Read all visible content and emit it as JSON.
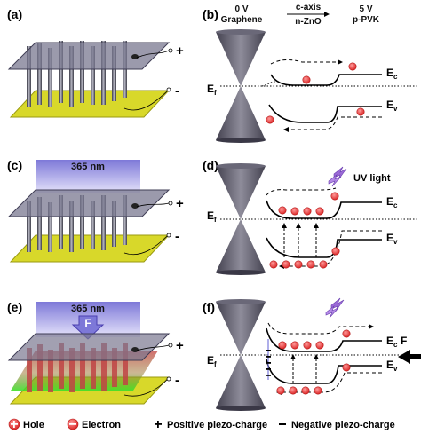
{
  "panels": {
    "a": {
      "label": "(a)"
    },
    "b": {
      "label": "(b)"
    },
    "c": {
      "label": "(c)"
    },
    "d": {
      "label": "(d)"
    },
    "e": {
      "label": "(e)"
    },
    "f": {
      "label": "(f)"
    }
  },
  "header": {
    "left_voltage": "0 V",
    "left_material": "Graphene",
    "axis_label": "c-axis",
    "middle_material": "n-ZnO",
    "right_voltage": "5 V",
    "right_material": "p-PVK"
  },
  "levels": {
    "fermi": "E",
    "fermi_sub": "f",
    "conduction": "E",
    "conduction_sub": "c",
    "valence": "E",
    "valence_sub": "v"
  },
  "device": {
    "positive": "+",
    "negative": "-"
  },
  "light": {
    "wavelength": "365 nm",
    "uv_label": "UV light"
  },
  "force": {
    "symbol": "F"
  },
  "legend": {
    "hole": "Hole",
    "electron": "Electron",
    "positive_charge": "Positive piezo-charge",
    "negative_charge": "Negative piezo-charge"
  },
  "colors": {
    "hole_fill": "#e03030",
    "substrate": "#e0e030",
    "plate": "#7a7890",
    "cone": "#55535f",
    "uv_beam": "#8e8adf",
    "strain_green": "#4cd63a",
    "strain_red": "#c24848"
  }
}
